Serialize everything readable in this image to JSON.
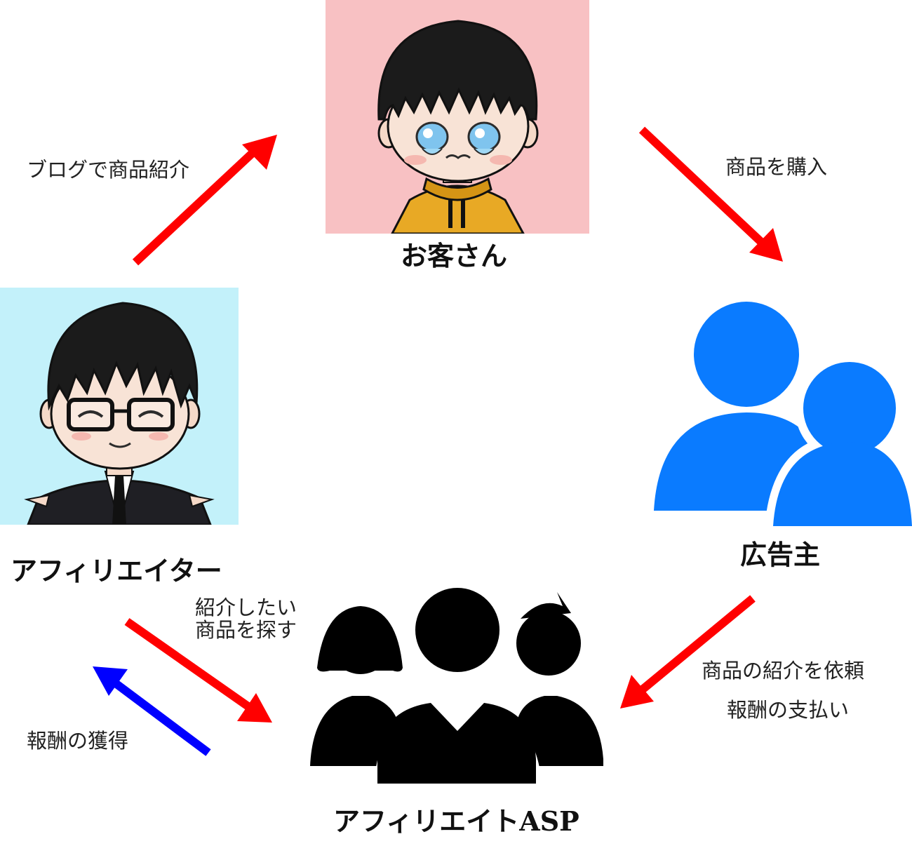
{
  "nodes": {
    "customer": {
      "name": "お客さん",
      "tile_color": "#f8c1c3",
      "icon": "crying-child-avatar-icon"
    },
    "affiliater": {
      "name": "アフィリエイター",
      "tile_color": "#c3f1fa",
      "icon": "smiling-man-avatar-icon"
    },
    "advertiser": {
      "name": "広告主",
      "color": "#0a7bff",
      "icon": "two-people-icon"
    },
    "asp": {
      "name": "アフィリエイトASP",
      "color": "#000000",
      "icon": "group-of-people-icon"
    }
  },
  "edges": {
    "blog_intro": {
      "label": "ブログで商品紹介",
      "color": "#ff0000"
    },
    "purchase": {
      "label": "商品を購入",
      "color": "#ff0000"
    },
    "request": {
      "label_line1": "商品の紹介を依頼",
      "label_line2": "報酬の支払い",
      "color": "#ff0000"
    },
    "search": {
      "label_line1": "紹介したい",
      "label_line2": "商品を探す",
      "color": "#ff0000"
    },
    "reward": {
      "label": "報酬の獲得",
      "color": "#0000ff"
    }
  }
}
